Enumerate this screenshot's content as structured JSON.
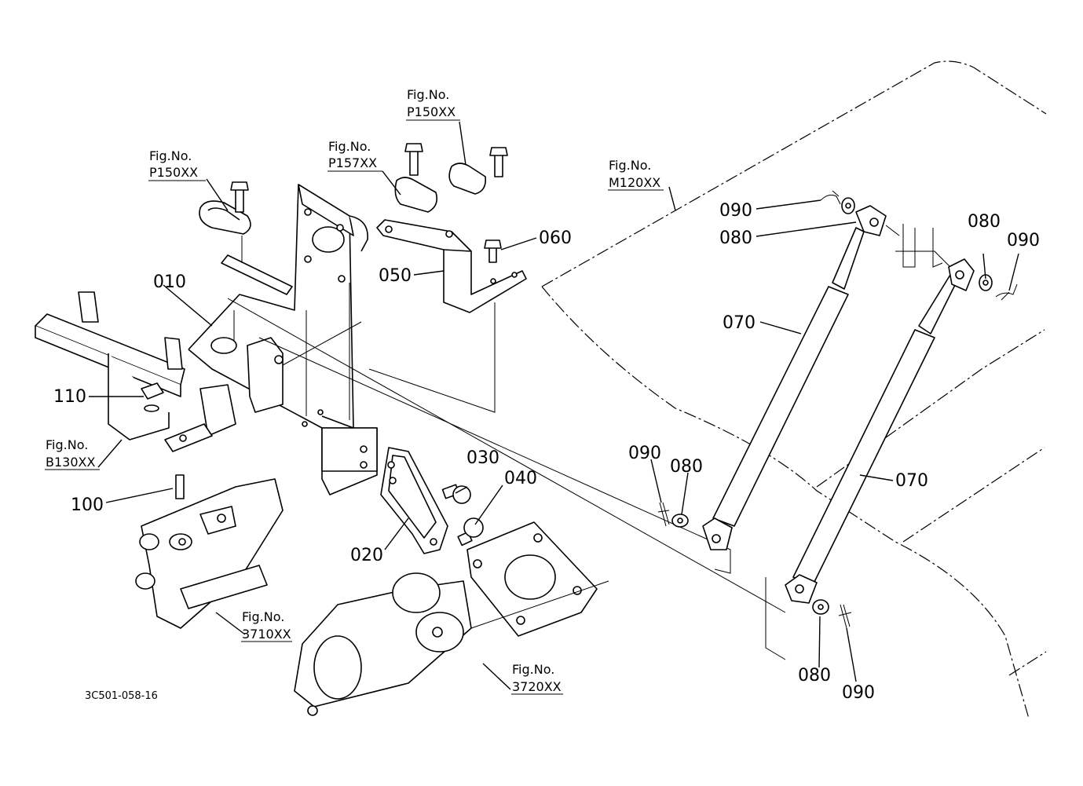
{
  "parts": {
    "p010": "010",
    "p020": "020",
    "p030": "030",
    "p040": "040",
    "p050": "050",
    "p060": "060",
    "p070_a": "070",
    "p070_b": "070",
    "p080_a": "080",
    "p080_b": "080",
    "p080_c": "080",
    "p080_d": "080",
    "p090_a": "090",
    "p090_b": "090",
    "p090_c": "090",
    "p090_d": "090",
    "p100": "100",
    "p110": "110"
  },
  "fig_refs": {
    "label": "Fig.No.",
    "p150_left": "P150XX",
    "p157": "P157XX",
    "p150_top": "P150XX",
    "m120": "M120XX",
    "b130": "B130XX",
    "n3710": "3710XX",
    "n3720": "3720XX"
  },
  "drawing_number": "3C501-058-16"
}
